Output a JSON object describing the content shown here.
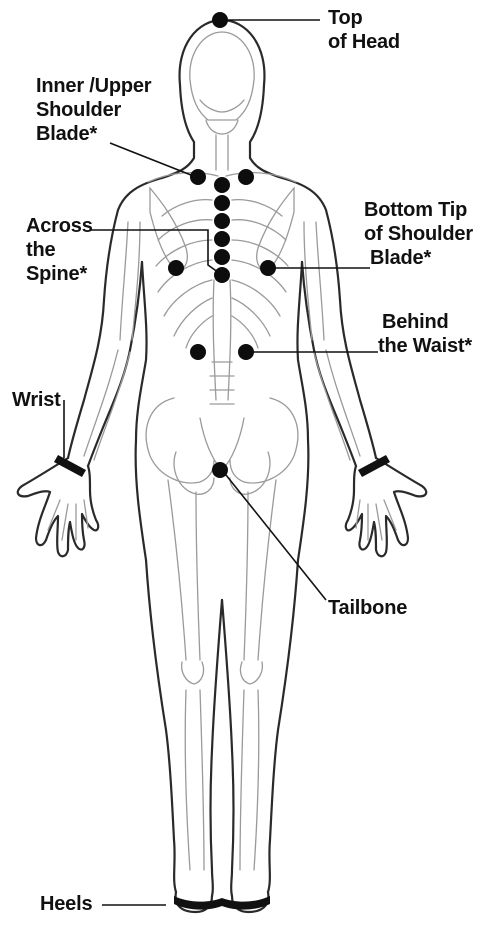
{
  "colors": {
    "outline": "#2a2a2a",
    "bone": "#9a9a9a",
    "dot": "#0d0d0d",
    "band": "#111111",
    "text": "#111111"
  },
  "labels": {
    "top_of_head": [
      "Top",
      "of Head"
    ],
    "inner_upper_shoulder_blade": [
      "Inner /Upper",
      "Shoulder",
      "Blade*"
    ],
    "across_the_spine": [
      "Across",
      "the",
      "Spine*"
    ],
    "bottom_tip_of_shoulder_blade": [
      "Bottom Tip",
      "of Shoulder",
      "Blade*"
    ],
    "behind_the_waist": [
      "Behind",
      "the Waist*"
    ],
    "wrist": [
      "Wrist"
    ],
    "tailbone": [
      "Tailbone"
    ],
    "heels": [
      "Heels"
    ]
  }
}
